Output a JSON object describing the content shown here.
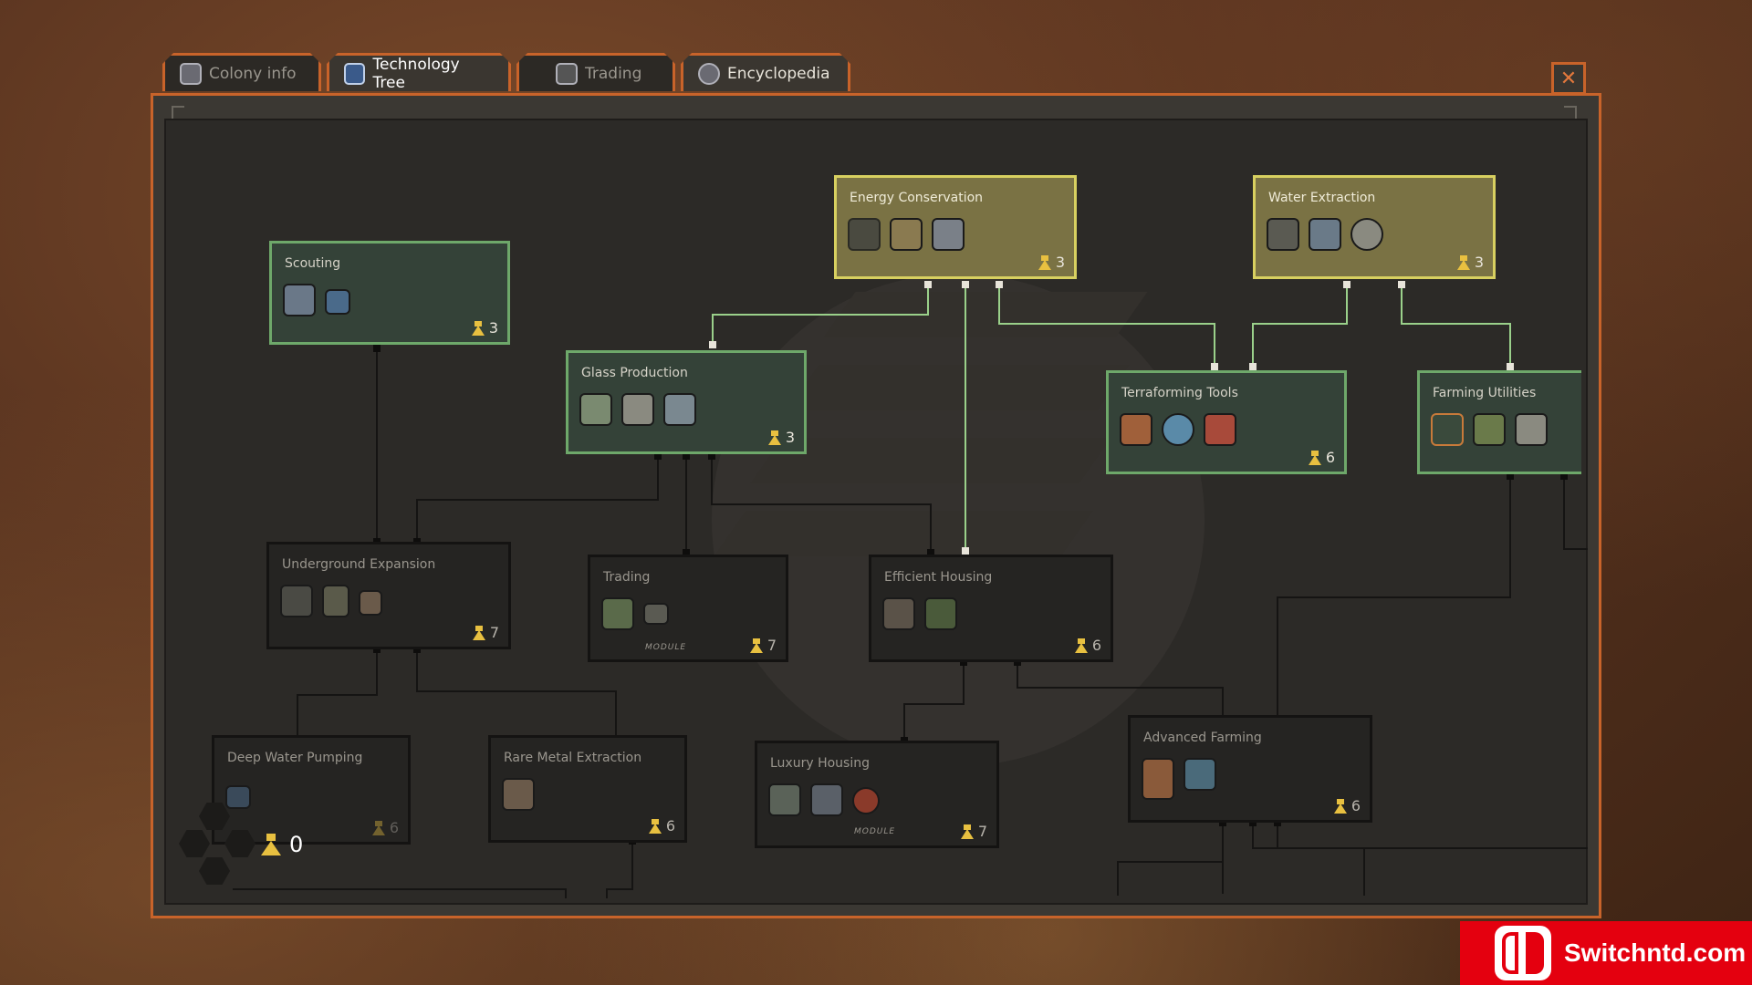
{
  "tabs": [
    {
      "label": "Colony info",
      "icon": "colony-icon"
    },
    {
      "label": "Technology Tree",
      "icon": "tech-tree-icon"
    },
    {
      "label": "Trading",
      "icon": "trading-icon"
    },
    {
      "label": "Encyclopedia",
      "icon": "encyclopedia-icon"
    }
  ],
  "active_tab": "Technology Tree",
  "close_label": "✕",
  "research_points": "0",
  "module_label": "MODULE",
  "nodes": {
    "energy_conservation": {
      "title": "Energy Conservation",
      "cost": "3",
      "state": "available"
    },
    "water_extraction": {
      "title": "Water Extraction",
      "cost": "3",
      "state": "available"
    },
    "scouting": {
      "title": "Scouting",
      "cost": "3",
      "state": "researched"
    },
    "glass_production": {
      "title": "Glass Production",
      "cost": "3",
      "state": "researched"
    },
    "terraforming_tools": {
      "title": "Terraforming Tools",
      "cost": "6",
      "state": "researched"
    },
    "farming_utilities": {
      "title": "Farming Utilities",
      "cost": "",
      "state": "researched"
    },
    "underground_expansion": {
      "title": "Underground Expansion",
      "cost": "7",
      "state": "locked"
    },
    "trading": {
      "title": "Trading",
      "cost": "7",
      "state": "locked"
    },
    "efficient_housing": {
      "title": "Efficient Housing",
      "cost": "6",
      "state": "locked"
    },
    "deep_water_pumping": {
      "title": "Deep Water Pumping",
      "cost": "6",
      "state": "locked"
    },
    "rare_metal_extraction": {
      "title": "Rare Metal Extraction",
      "cost": "6",
      "state": "locked"
    },
    "luxury_housing": {
      "title": "Luxury Housing",
      "cost": "7",
      "state": "locked"
    },
    "advanced_farming": {
      "title": "Advanced Farming",
      "cost": "6",
      "state": "locked"
    }
  },
  "colors": {
    "accent_orange": "#c8632a",
    "researched_border": "#6ea86a",
    "available_border": "#d8d060",
    "link_active": "#9ad08a",
    "link_locked": "#151413"
  },
  "watermark": {
    "text": "Switchntd.com"
  }
}
